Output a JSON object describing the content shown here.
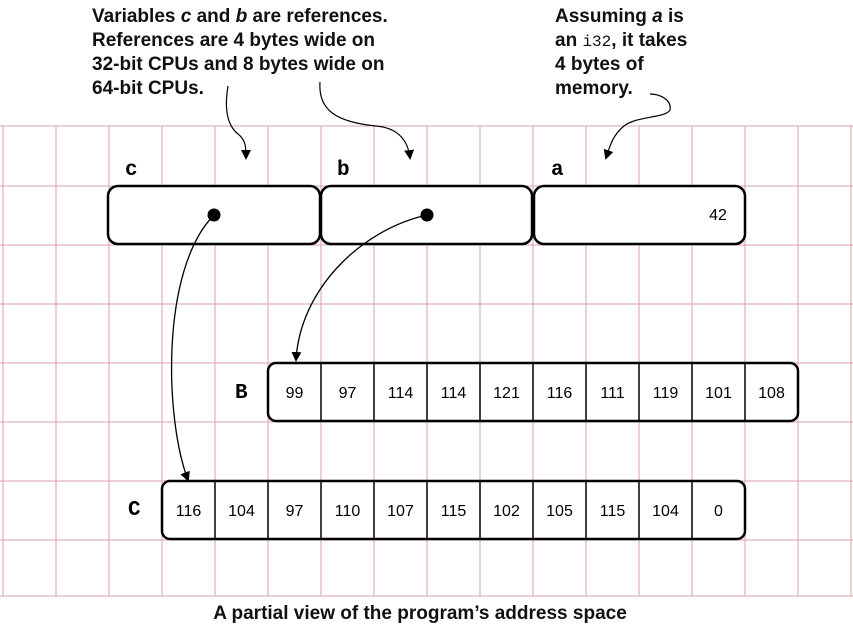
{
  "notes": {
    "references": {
      "lines": [
        [
          "Variables ",
          {
            "em": "c"
          },
          " and ",
          {
            "em": "b"
          },
          " are references."
        ],
        [
          "References are 4 bytes wide on"
        ],
        [
          "32-bit CPUs and 8 bytes wide on"
        ],
        [
          "64-bit CPUs."
        ]
      ]
    },
    "assuming": {
      "lines": [
        [
          "Assuming ",
          {
            "em": "a"
          },
          " is"
        ],
        [
          "an ",
          {
            "mono": "i32"
          },
          ", it takes"
        ],
        [
          "4 bytes of"
        ],
        [
          "memory."
        ]
      ]
    }
  },
  "variables": {
    "c": {
      "label": "c",
      "value": ""
    },
    "b": {
      "label": "b",
      "value": ""
    },
    "a": {
      "label": "a",
      "value": "42"
    }
  },
  "arrays": {
    "B": {
      "label": "B",
      "values": [
        "99",
        "97",
        "114",
        "114",
        "121",
        "116",
        "111",
        "119",
        "101",
        "108"
      ]
    },
    "C": {
      "label": "C",
      "values": [
        "116",
        "104",
        "97",
        "110",
        "107",
        "115",
        "102",
        "105",
        "115",
        "104",
        "0"
      ]
    }
  },
  "caption": "A partial view of the program’s address space",
  "colors": {
    "grid": "#d9a3a8",
    "stroke": "#000000"
  }
}
